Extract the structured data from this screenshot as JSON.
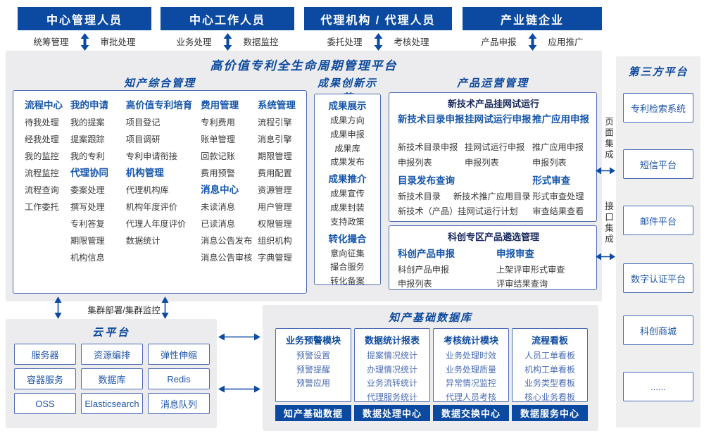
{
  "colors": {
    "primary_dark_blue": "#0b4aa0",
    "title_blue": "#0d4a9e",
    "group_header_blue": "#1656ab",
    "border_blue": "#4c6cb5",
    "item_gray": "#3a3a3a",
    "db_item_blue": "#4a6cb3",
    "panel_bg": "#ececee"
  },
  "header": {
    "actors": [
      {
        "title": "中心管理人员",
        "left": "统筹管理",
        "right": "审批处理"
      },
      {
        "title": "中心工作人员",
        "left": "业务处理",
        "right": "数据监控"
      },
      {
        "title": "代理机构 / 代理人员",
        "left": "委托处理",
        "right": "考核处理"
      },
      {
        "title": "产业链企业",
        "left": "产品申报",
        "right": "应用推广"
      }
    ]
  },
  "platform": {
    "title": "高价值专利全生命周期管理平台",
    "ip_section": {
      "title": "知产综合管理",
      "columns": [
        {
          "segments": [
            {
              "header": "流程中心",
              "items": [
                "待我处理",
                "经我处理",
                "我的监控",
                "流程监控",
                "流程查询",
                "工作委托"
              ]
            }
          ]
        },
        {
          "segments": [
            {
              "header": "我的申请",
              "items": [
                "我的提案",
                "提案跟踪",
                "我的专利"
              ]
            },
            {
              "header": "代理协同",
              "items": [
                "委案处理",
                "撰写处理",
                "专利答复",
                "期限管理",
                "机构信息"
              ]
            }
          ]
        },
        {
          "segments": [
            {
              "header": "高价值专利培育",
              "items": [
                "项目登记",
                "项目调研",
                "专利申请衔接"
              ]
            },
            {
              "header": "机构管理",
              "items": [
                "代理机构库",
                "机构年度评价",
                "代理人年度评价",
                "数据统计"
              ]
            }
          ]
        },
        {
          "segments": [
            {
              "header": "费用管理",
              "items": [
                "专利费用",
                "账单管理",
                "回款记账",
                "费用预警"
              ]
            },
            {
              "header": "消息中心",
              "items": [
                "未读消息",
                "已读消息",
                "消息公告发布",
                "消息公告审核"
              ]
            }
          ]
        },
        {
          "segments": [
            {
              "header": "系统管理",
              "items": [
                "流程引擎",
                "消息引擎",
                "期限管理",
                "费用配置",
                "资源管理",
                "用户管理",
                "权限管理",
                "组织机构",
                "字典管理"
              ]
            }
          ]
        }
      ]
    },
    "achievement_section": {
      "title": "成果创新示范",
      "segments": [
        {
          "header": "成果展示",
          "items": [
            "成果方向",
            "成果申报",
            "成果库",
            "成果发布"
          ]
        },
        {
          "header": "成果推介",
          "items": [
            "成果宣传",
            "成果封装",
            "支持政策"
          ]
        },
        {
          "header": "转化撮合",
          "items": [
            "意向征集",
            "撮合服务",
            "转化备案"
          ]
        }
      ]
    },
    "product_section": {
      "title": "产品运营管理",
      "box1": {
        "title": "新技术产品挂网试运行",
        "columns": [
          {
            "header": "新技术目录申报",
            "items": [
              "新技术目录申报",
              "申报列表"
            ]
          },
          {
            "header": "挂网试运行申报",
            "items": [
              "挂网试运行申报",
              "申报列表"
            ]
          },
          {
            "header": "推广应用申报",
            "items": [
              "推广应用申报",
              "申报列表"
            ]
          }
        ],
        "bottom_left": {
          "header": "目录发布查询",
          "rows": [
            [
              "新技术目录",
              "新技术推广应用目录"
            ],
            [
              "新技术（产品）挂网试运行计划"
            ]
          ]
        },
        "bottom_right": {
          "header": "形式审查",
          "items": [
            "形式审查处理",
            "审查结果查看"
          ]
        }
      },
      "box2": {
        "title": "科创专区产品遴选管理",
        "columns": [
          {
            "header": "科创产品申报",
            "items": [
              "科创产品申报",
              "申报列表"
            ]
          },
          {
            "header": "申报审查",
            "items": [
              "上架评审形式审查",
              "评审结果查询"
            ]
          }
        ]
      }
    }
  },
  "integration": {
    "page": "页面集成",
    "interface": "接口集成"
  },
  "third_party": {
    "title": "第三方平台",
    "platforms": [
      "专利检索系统",
      "短信平台",
      "邮件平台",
      "数字认证平台",
      "科创商城",
      "......"
    ]
  },
  "cluster_label": "集群部署/集群监控",
  "cloud": {
    "title": "云平台",
    "cells": [
      "服务器",
      "资源编排",
      "弹性伸缩",
      "容器服务",
      "数据库",
      "Redis",
      "OSS",
      "Elasticsearch",
      "消息队列"
    ]
  },
  "database": {
    "title": "知产基础数据库",
    "modules": [
      {
        "header": "业务预警模块",
        "items": [
          "预警设置",
          "预警提醒",
          "预警应用"
        ],
        "footer": "知产基础数据"
      },
      {
        "header": "数据统计报表",
        "items": [
          "提案情况统计",
          "办理情况统计",
          "业务流转统计",
          "代理服务统计"
        ],
        "footer": "数据处理中心"
      },
      {
        "header": "考核统计模块",
        "items": [
          "业务处理时效",
          "业务处理质量",
          "异常情况监控",
          "代理人员考核"
        ],
        "footer": "数据交换中心"
      },
      {
        "header": "流程看板",
        "items": [
          "人员工单看板",
          "机构工单看板",
          "业务类型看板",
          "核心业务看板"
        ],
        "footer": "数据服务中心"
      }
    ]
  }
}
